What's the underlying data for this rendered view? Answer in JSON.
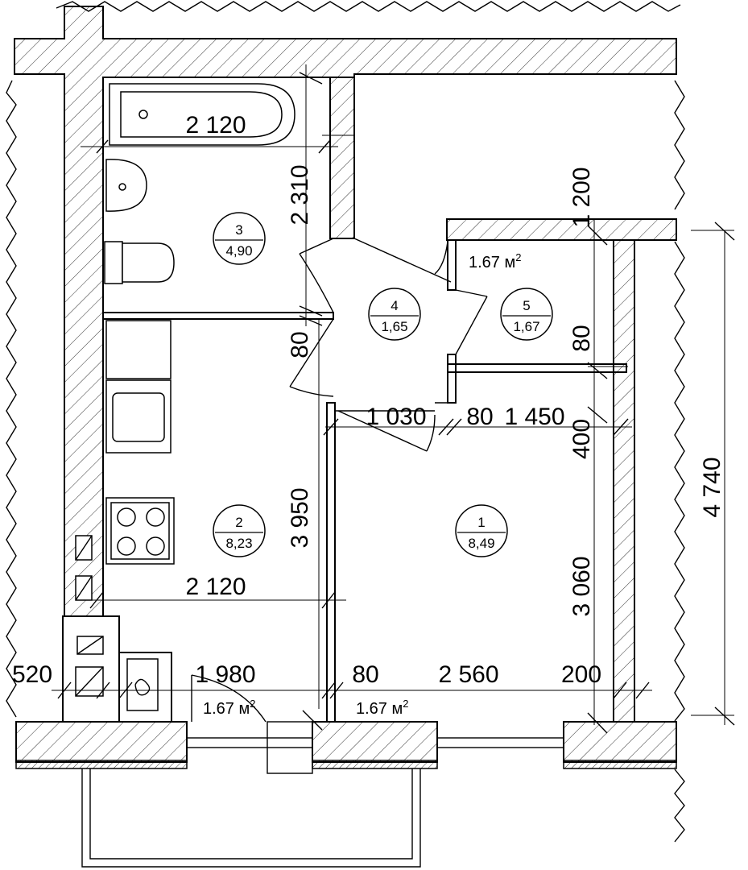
{
  "rooms": [
    {
      "id": "3",
      "area": "4,90"
    },
    {
      "id": "4",
      "area": "1,65"
    },
    {
      "id": "5",
      "area": "1,67"
    },
    {
      "id": "2",
      "area": "8,23"
    },
    {
      "id": "1",
      "area": "8,49"
    }
  ],
  "dimensions": {
    "bath_width": "2 120",
    "bath_depth": "2 310",
    "closet_wall": "1 200",
    "partition_80_a": "80",
    "partition_80_b": "80",
    "door_1030": "1 030",
    "wall_80_c": "80",
    "closet_width": "1 450",
    "closet_400": "400",
    "total_depth": "4 740",
    "kitchen_depth": "3 950",
    "kitchen_width": "2 120",
    "room_depth": "3 060",
    "left_520": "520",
    "kitchen_1980": "1 980",
    "wall_80_d": "80",
    "room_width": "2 560",
    "right_200": "200"
  },
  "area_labels": {
    "closet": "1.67 м",
    "kitchen": "1.67 м",
    "room": "1.67 м",
    "superscript": "2"
  }
}
